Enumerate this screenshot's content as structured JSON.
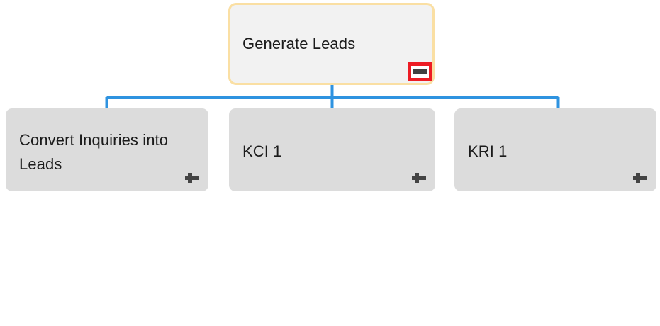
{
  "diagram": {
    "type": "org-tree",
    "orientation": "top-down",
    "background_color": "#ffffff",
    "connector_color": "#2f93e0",
    "root": {
      "id": "generate-leads",
      "label": "Generate Leads",
      "state": "expanded",
      "fill_color": "#f2f2f2",
      "border_color": "#fadfa3",
      "toggle": {
        "icon": "minus-icon",
        "action_label": "Collapse",
        "button_color": "#ed1c24",
        "glyph_color": "#414141"
      }
    },
    "children": [
      {
        "id": "convert-inquiries-into-leads",
        "label": "Convert Inquiries into Leads",
        "state": "collapsed",
        "fill_color": "#dcdcdc",
        "toggle": {
          "icon": "plus-icon",
          "action_label": "Expand",
          "glyph_color": "#444444"
        }
      },
      {
        "id": "kci-1",
        "label": "KCI 1",
        "state": "collapsed",
        "fill_color": "#dcdcdc",
        "toggle": {
          "icon": "plus-icon",
          "action_label": "Expand",
          "glyph_color": "#444444"
        }
      },
      {
        "id": "kri-1",
        "label": "KRI 1",
        "state": "collapsed",
        "fill_color": "#dcdcdc",
        "toggle": {
          "icon": "plus-icon",
          "action_label": "Expand",
          "glyph_color": "#444444"
        }
      }
    ]
  }
}
